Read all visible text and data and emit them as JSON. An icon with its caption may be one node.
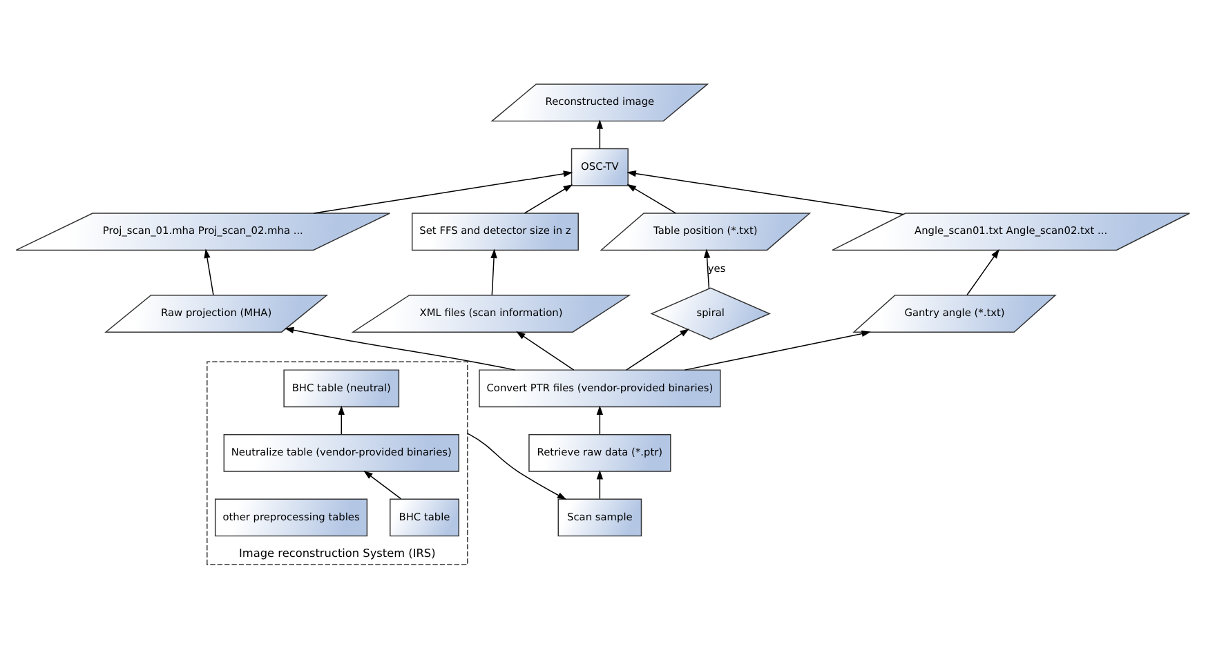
{
  "diagram": {
    "nodes": [
      {
        "text": [
          "Image reconstruction System (IRS)"
        ]
      },
      {
        "text": [
          "BHC table"
        ],
        "in": 0
      },
      {
        "text": [
          "other preprocessing tables"
        ],
        "in": 0
      },
      {
        "text": [
          "Neutralize table (vendor-provided binaries)"
        ],
        "in": 0
      },
      {
        "text": [
          "BHC table (neutral)"
        ],
        "in": 0
      },
      {
        "text": [
          "Scan sample"
        ]
      },
      {
        "text": [
          "Retrieve raw data (*.ptr)"
        ]
      },
      {
        "text": [
          "Convert PTR files (vendor-provided binaries)"
        ]
      },
      {
        "text": [
          "Raw projection (MHA)"
        ]
      },
      {
        "text": [
          "XML files (scan information)"
        ]
      },
      {
        "text": [
          "spiral"
        ]
      },
      {
        "text": [
          "Gantry angle (*.txt)"
        ]
      },
      {
        "text": [
          "Proj_scan_01.mha Proj_scan_02.mha ..."
        ]
      },
      {
        "text": [
          "Set FFS and detector size in z"
        ]
      },
      {
        "text": [
          "Table position (*.txt)"
        ]
      },
      {
        "text": [
          "Angle_scan01.txt Angle_scan02.txt ..."
        ]
      },
      {
        "text": [
          "OSC-TV"
        ]
      },
      {
        "text": [
          "Reconstructed image"
        ]
      }
    ],
    "edges": [
      {
        "from": 1,
        "to": 3,
        "arrow": "to"
      },
      {
        "from": 3,
        "to": 4,
        "arrow": "to"
      },
      {
        "from": 0,
        "to": 5,
        "arrow": "to"
      },
      {
        "from": 5,
        "to": 6,
        "arrow": "to"
      },
      {
        "from": 6,
        "to": 7,
        "arrow": "to"
      },
      {
        "from": 7,
        "to": 8,
        "arrow": "to"
      },
      {
        "from": 7,
        "to": 9,
        "arrow": "to"
      },
      {
        "from": 7,
        "to": 10,
        "arrow": "to"
      },
      {
        "from": 7,
        "to": 11,
        "arrow": "to"
      },
      {
        "from": 8,
        "to": 12,
        "arrow": "to"
      },
      {
        "from": 9,
        "to": 13,
        "arrow": "to"
      },
      {
        "from": 10,
        "to": 14,
        "label": "yes",
        "arrow": "to"
      },
      {
        "from": 11,
        "to": 15,
        "arrow": "to"
      },
      {
        "from": 12,
        "to": 16,
        "arrow": "to"
      },
      {
        "from": 13,
        "to": 16,
        "arrow": "to"
      },
      {
        "from": 14,
        "to": 16,
        "arrow": "to"
      },
      {
        "from": 15,
        "to": 16,
        "arrow": "to"
      },
      {
        "from": 16,
        "to": 17,
        "arrow": "to"
      }
    ]
  }
}
